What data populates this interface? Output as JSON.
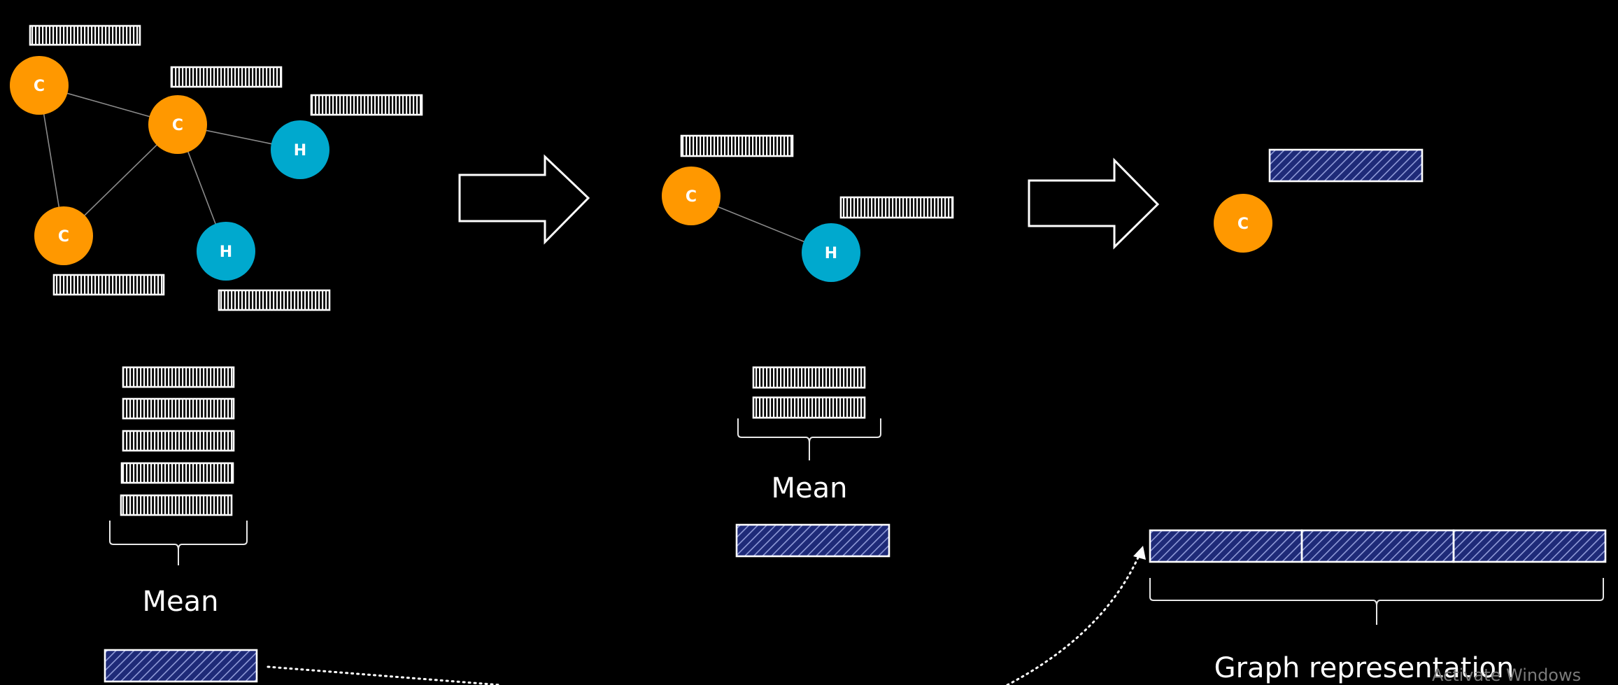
{
  "colors": {
    "background": "#000000",
    "carbon": "#FF9800",
    "hydrogen": "#00A9CE",
    "pooled": "#1E2A78",
    "line": "#FFFFFF"
  },
  "stage1": {
    "nodes": [
      {
        "label": "C",
        "element": "carbon"
      },
      {
        "label": "C",
        "element": "carbon"
      },
      {
        "label": "H",
        "element": "hydrogen"
      },
      {
        "label": "C",
        "element": "carbon"
      },
      {
        "label": "H",
        "element": "hydrogen"
      }
    ],
    "mean_label": "Mean",
    "stacked_vectors": 5
  },
  "stage2": {
    "nodes": [
      {
        "label": "C",
        "element": "carbon"
      },
      {
        "label": "H",
        "element": "hydrogen"
      }
    ],
    "mean_label": "Mean",
    "stacked_vectors": 2
  },
  "stage3": {
    "nodes": [
      {
        "label": "C",
        "element": "carbon"
      }
    ]
  },
  "output": {
    "label": "Graph representation",
    "segments": 3
  },
  "watermark": "Activate Windows"
}
